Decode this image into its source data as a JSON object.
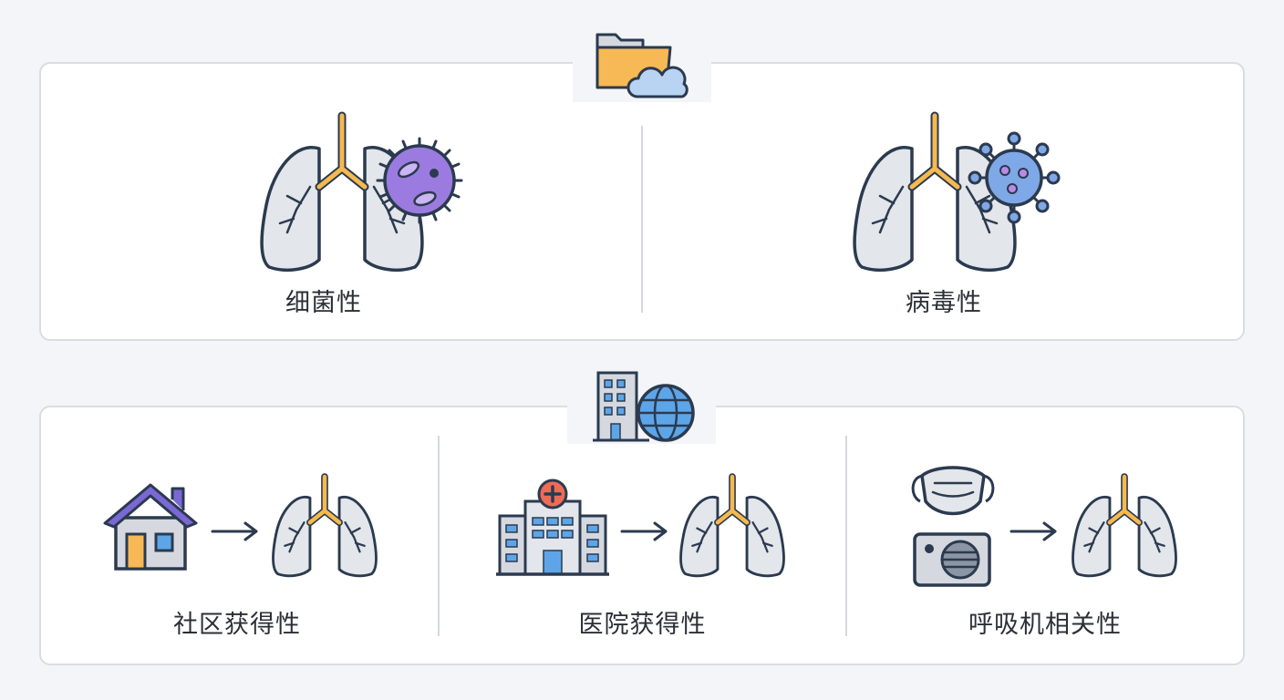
{
  "groups": [
    {
      "id": "pathogen",
      "icon": "folder-cloud-icon",
      "items": [
        {
          "label": "细菌性",
          "icon": "bacterium-icon"
        },
        {
          "label": "病毒性",
          "icon": "virus-icon"
        }
      ]
    },
    {
      "id": "setting",
      "icon": "building-globe-icon",
      "items": [
        {
          "label": "社区获得性",
          "icon": "house-icon"
        },
        {
          "label": "医院获得性",
          "icon": "hospital-icon"
        },
        {
          "label": "呼吸机相关性",
          "icon": "mask-ventilator-icon"
        }
      ]
    }
  ],
  "colors": {
    "outline": "#2b3a4f",
    "lung_fill": "#e3e6ea",
    "trachea": "#f5b94e",
    "bacteria": "#9b7be0",
    "virus": "#7fa8e6",
    "folder": "#f7b955",
    "cloud": "#b9d4f2",
    "house_roof": "#7a68d4",
    "door": "#f7b955",
    "window": "#5ea5e8",
    "hospital_cross": "#ef6a57",
    "globe": "#5ea5e8"
  }
}
